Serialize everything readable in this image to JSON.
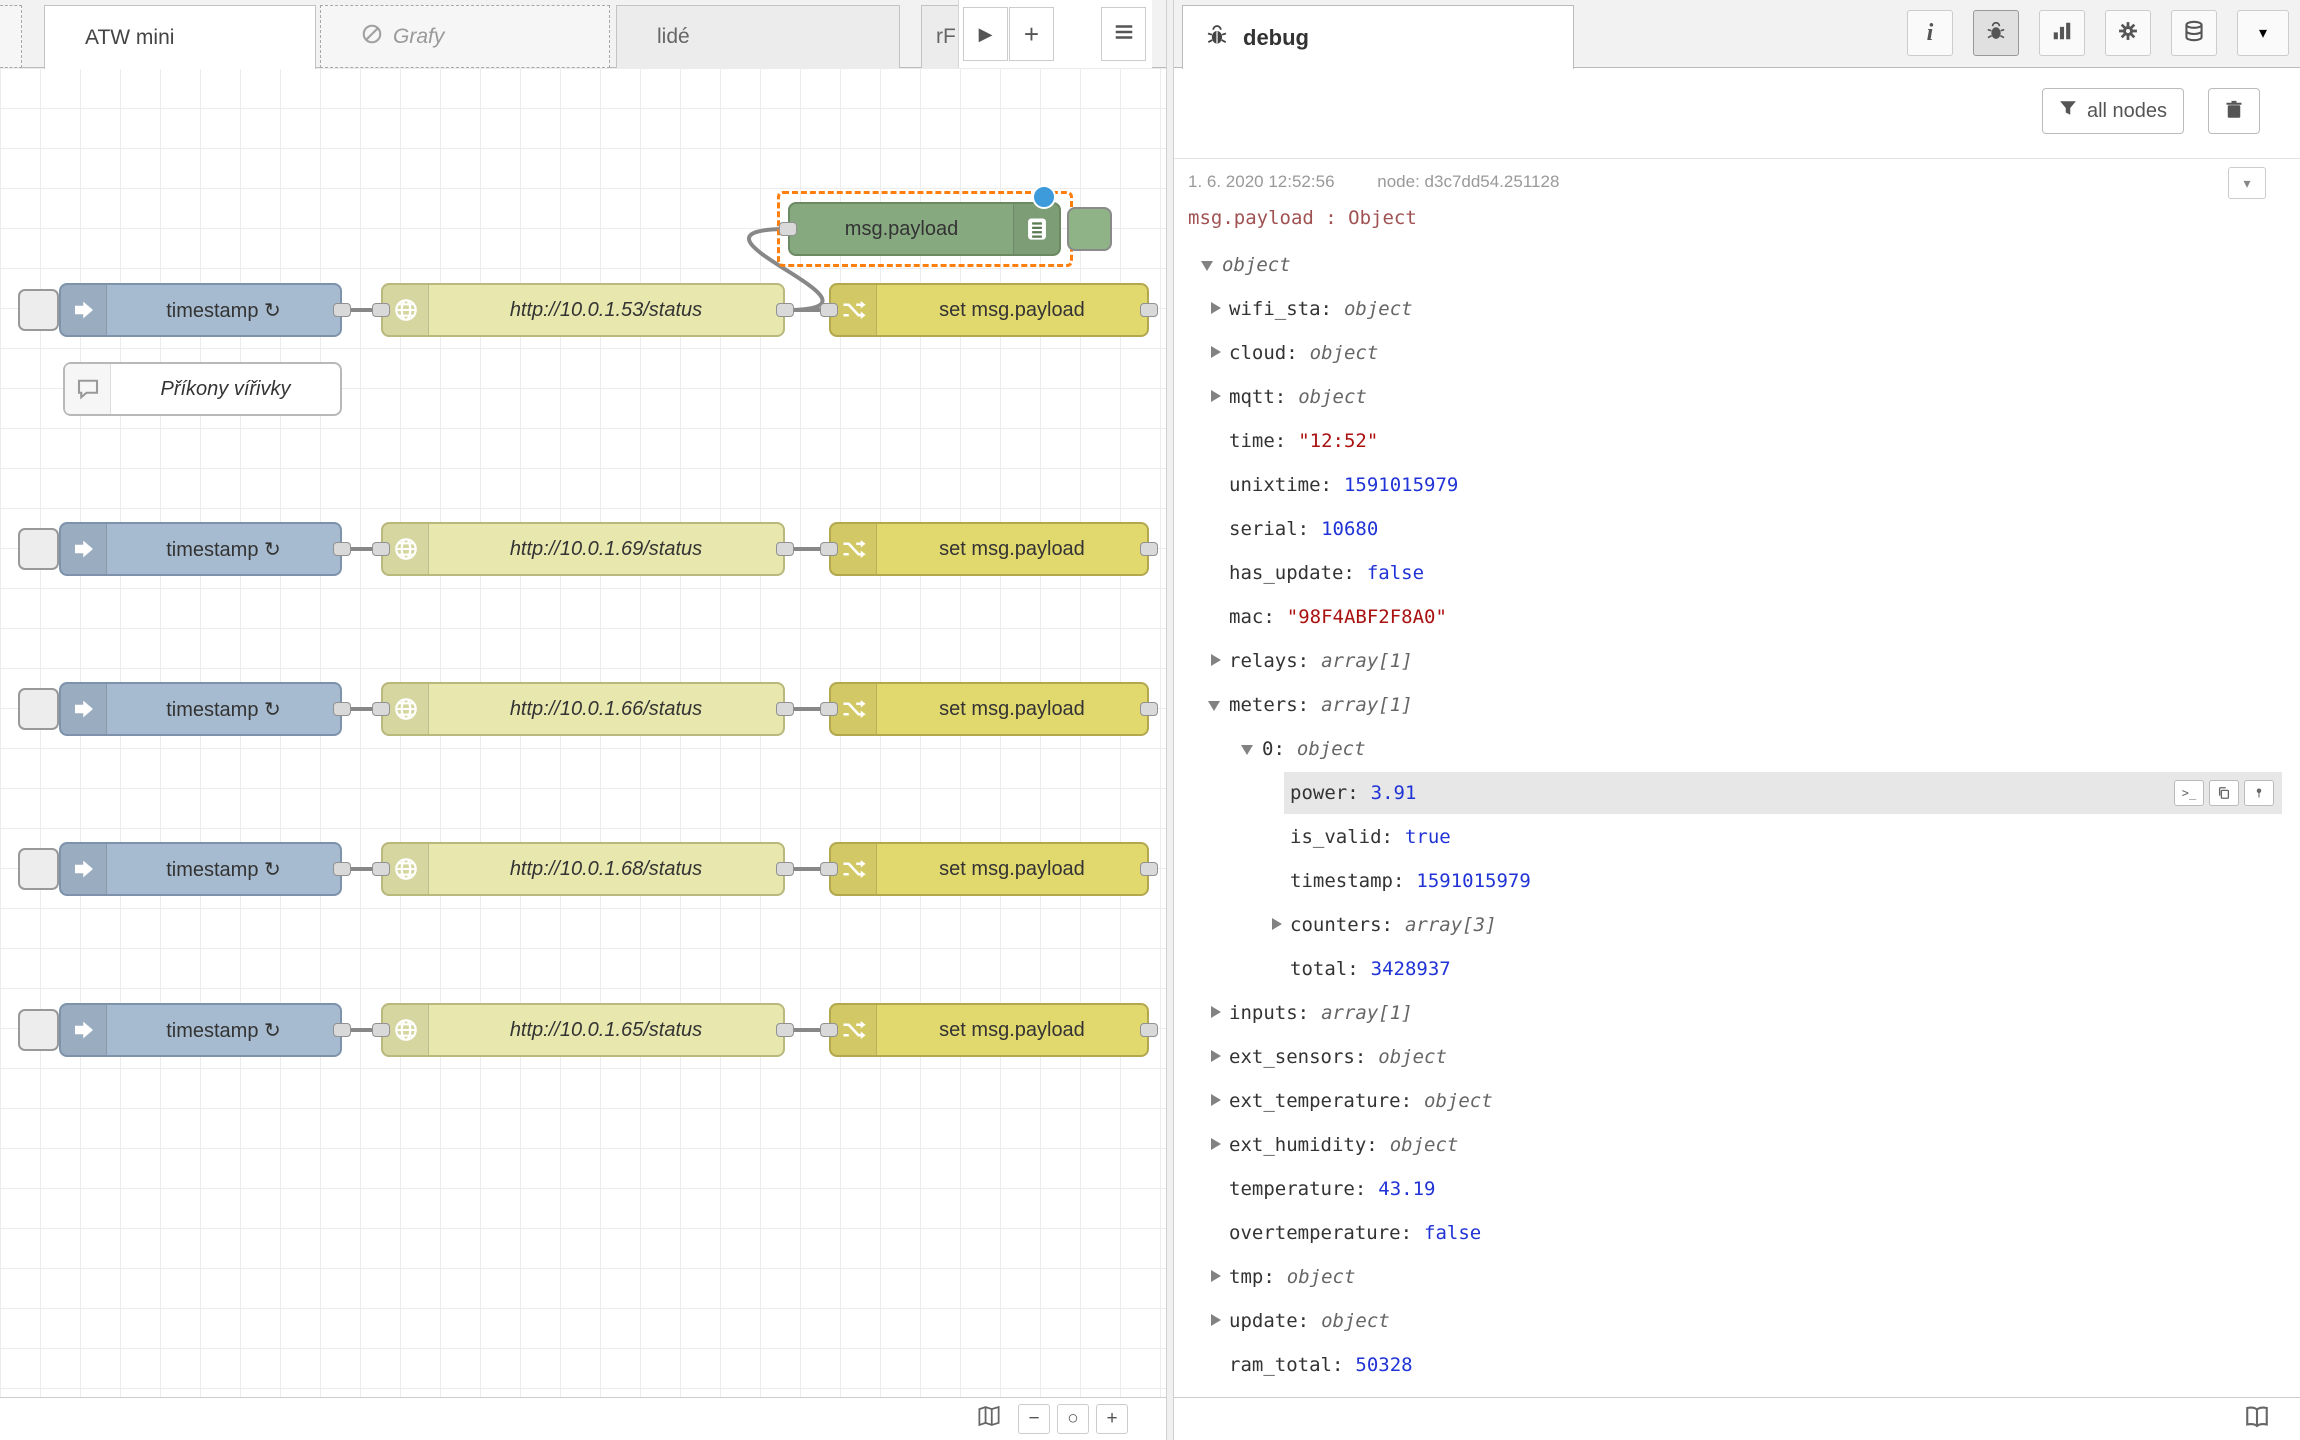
{
  "tab_bar": {
    "tabs": [
      {
        "label": "ATW mini",
        "state": "active"
      },
      {
        "label": "Grafy",
        "state": "disabled"
      },
      {
        "label": "lidé",
        "state": "normal"
      },
      {
        "label": "rF",
        "state": "normal"
      }
    ]
  },
  "icons": {
    "scroll_right": "▶",
    "add_flow": "+",
    "dropdown": "▾",
    "repeat": "↻",
    "zoom_out": "−",
    "zoom_reset": "○",
    "zoom_in": "+",
    "terminal": ">_"
  },
  "workspace": {
    "flows": [
      {
        "inject": "timestamp",
        "http": "http://10.0.1.53/status",
        "change": "set msg.payload"
      },
      {
        "inject": "timestamp",
        "http": "http://10.0.1.69/status",
        "change": "set msg.payload"
      },
      {
        "inject": "timestamp",
        "http": "http://10.0.1.66/status",
        "change": "set msg.payload"
      },
      {
        "inject": "timestamp",
        "http": "http://10.0.1.68/status",
        "change": "set msg.payload"
      },
      {
        "inject": "timestamp",
        "http": "http://10.0.1.65/status",
        "change": "set msg.payload"
      }
    ],
    "comment": "Příkony vířivky",
    "debug_node": "msg.payload"
  },
  "sidebar": {
    "tab": "debug",
    "filter_button": "all nodes",
    "message": {
      "timestamp": "1. 6. 2020 12:52:56",
      "source": "node: d3c7dd54.251128",
      "path": "msg.payload : Object",
      "tree": [
        {
          "level": 0,
          "arrow": "expanded",
          "type": "object"
        },
        {
          "level": 1,
          "arrow": "collapsed",
          "key": "wifi_sta",
          "type": "object"
        },
        {
          "level": 1,
          "arrow": "collapsed",
          "key": "cloud",
          "type": "object"
        },
        {
          "level": 1,
          "arrow": "collapsed",
          "key": "mqtt",
          "type": "object"
        },
        {
          "level": 1,
          "key": "time",
          "value": "\"12:52\"",
          "vclass": "string"
        },
        {
          "level": 1,
          "key": "unixtime",
          "value": "1591015979",
          "vclass": "number"
        },
        {
          "level": 1,
          "key": "serial",
          "value": "10680",
          "vclass": "number"
        },
        {
          "level": 1,
          "key": "has_update",
          "value": "false",
          "vclass": "boolean"
        },
        {
          "level": 1,
          "key": "mac",
          "value": "\"98F4ABF2F8A0\"",
          "vclass": "string"
        },
        {
          "level": 1,
          "arrow": "collapsed",
          "key": "relays",
          "type": "array[1]"
        },
        {
          "level": 1,
          "arrow": "expanded",
          "key": "meters",
          "type": "array[1]"
        },
        {
          "level": 2,
          "arrow": "expanded",
          "key": "0",
          "type": "object"
        },
        {
          "level": 3,
          "key": "power",
          "value": "3.91",
          "vclass": "number",
          "highlight": true
        },
        {
          "level": 3,
          "key": "is_valid",
          "value": "true",
          "vclass": "boolean"
        },
        {
          "level": 3,
          "key": "timestamp",
          "value": "1591015979",
          "vclass": "number"
        },
        {
          "level": 3,
          "arrow": "collapsed",
          "key": "counters",
          "type": "array[3]"
        },
        {
          "level": 3,
          "key": "total",
          "value": "3428937",
          "vclass": "number"
        },
        {
          "level": 1,
          "arrow": "collapsed",
          "key": "inputs",
          "type": "array[1]"
        },
        {
          "level": 1,
          "arrow": "collapsed",
          "key": "ext_sensors",
          "type": "object"
        },
        {
          "level": 1,
          "arrow": "collapsed",
          "key": "ext_temperature",
          "type": "object"
        },
        {
          "level": 1,
          "arrow": "collapsed",
          "key": "ext_humidity",
          "type": "object"
        },
        {
          "level": 1,
          "key": "temperature",
          "value": "43.19",
          "vclass": "number"
        },
        {
          "level": 1,
          "key": "overtemperature",
          "value": "false",
          "vclass": "boolean"
        },
        {
          "level": 1,
          "arrow": "collapsed",
          "key": "tmp",
          "type": "object"
        },
        {
          "level": 1,
          "arrow": "collapsed",
          "key": "update",
          "type": "object"
        },
        {
          "level": 1,
          "key": "ram_total",
          "value": "50328",
          "vclass": "number"
        }
      ]
    }
  },
  "colors": {
    "inject_node": "#a6bbcf",
    "http_node": "#e7e7ae",
    "change_node": "#e2d96e",
    "debug_node": "#87a980",
    "selection": "#ff7f0e",
    "modified_dot": "#3d9bdb",
    "wire": "#888888",
    "string_value": "#aa1111",
    "number_value": "#2033d6"
  }
}
